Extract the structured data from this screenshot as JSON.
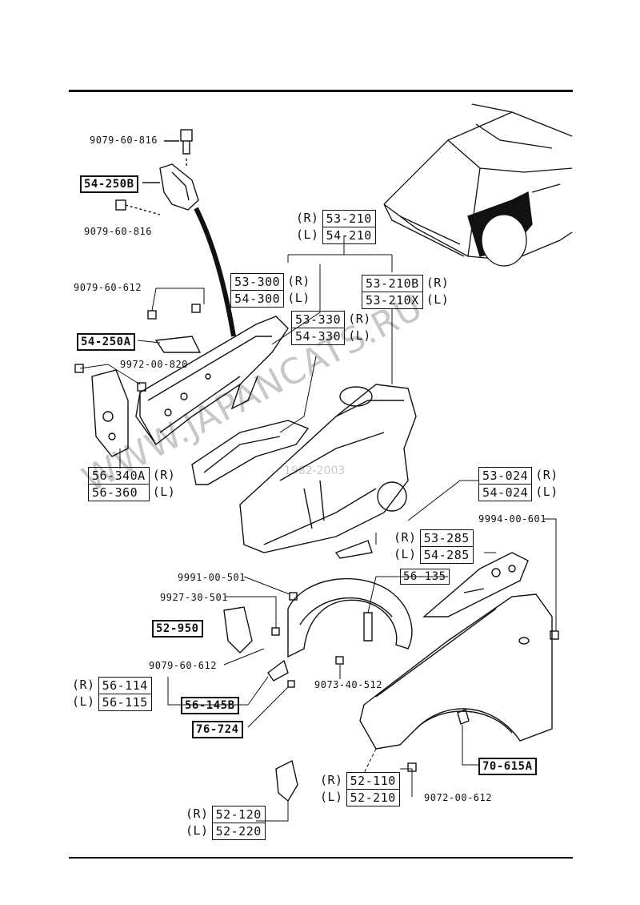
{
  "watermark": {
    "text": "WWW.JAPANCATS.RU",
    "sub": "1982-2003"
  },
  "labels": {
    "p_9079_60_816_top": "9079-60-816",
    "p_54_250B": "54-250B",
    "p_9079_60_816_bot": "9079-60-816",
    "p_9079_60_612_a": "9079-60-612",
    "p_54_250A": "54-250A",
    "p_9972_00_820": "9972-00-820",
    "p_9994_00_601": "9994-00-601",
    "p_56_135": "56-135",
    "p_9991_00_501": "9991-00-501",
    "p_9927_30_501": "9927-30-501",
    "p_52_950": "52-950",
    "p_9079_60_612_b": "9079-60-612",
    "p_9073_40_512": "9073-40-512",
    "p_56_145B": "56-145B",
    "p_76_724": "76-724",
    "p_70_615A": "70-615A",
    "p_9072_00_612": "9072-00-612"
  },
  "stacks": {
    "s_53_210": {
      "rows": [
        {
          "side": "(R)",
          "num": "53-210"
        },
        {
          "side": "(L)",
          "num": "54-210"
        }
      ]
    },
    "s_53_300": {
      "rows": [
        {
          "num": "53-300",
          "side": "(R)"
        },
        {
          "num": "54-300",
          "side": "(L)"
        }
      ]
    },
    "s_53_210B": {
      "rows": [
        {
          "num": "53-210B",
          "side": "(R)"
        },
        {
          "num": "53-210X",
          "side": "(L)"
        }
      ]
    },
    "s_53_330": {
      "rows": [
        {
          "num": "53-330",
          "side": "(R)"
        },
        {
          "num": "54-330",
          "side": "(L)"
        }
      ]
    },
    "s_56_340A": {
      "rows": [
        {
          "num": "56-340A",
          "side": "(R)"
        },
        {
          "num": "56-360",
          "side": "(L)"
        }
      ]
    },
    "s_53_024": {
      "rows": [
        {
          "num": "53-024",
          "side": "(R)"
        },
        {
          "num": "54-024",
          "side": "(L)"
        }
      ]
    },
    "s_53_285": {
      "rows": [
        {
          "side": "(R)",
          "num": "53-285"
        },
        {
          "side": "(L)",
          "num": "54-285"
        }
      ]
    },
    "s_56_114": {
      "rows": [
        {
          "side": "(R)",
          "num": "56-114"
        },
        {
          "side": "(L)",
          "num": "56-115"
        }
      ]
    },
    "s_52_110": {
      "rows": [
        {
          "side": "(R)",
          "num": "52-110"
        },
        {
          "side": "(L)",
          "num": "52-210"
        }
      ]
    },
    "s_52_120": {
      "rows": [
        {
          "side": "(R)",
          "num": "52-120"
        },
        {
          "side": "(L)",
          "num": "52-220"
        }
      ]
    }
  }
}
